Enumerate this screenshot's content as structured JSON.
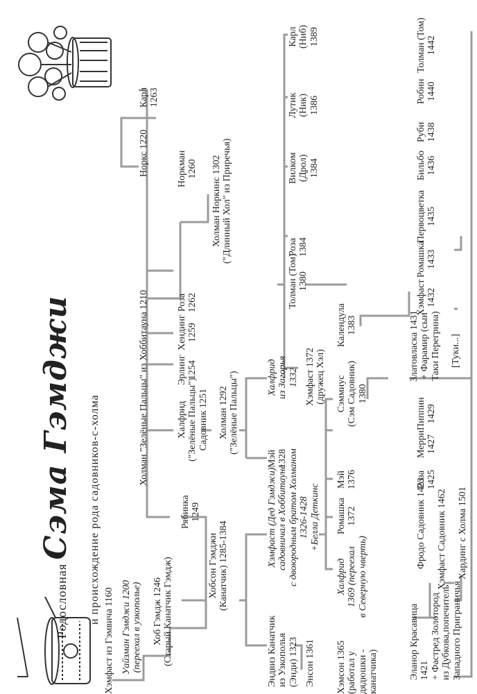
{
  "title": {
    "prefix": "Родословная",
    "name": "Сэма Гэмджи",
    "subtitle": "и происхождение рода садовников-с-холма"
  },
  "illustrations": [
    {
      "name": "watering-can",
      "label": "watering-can-drawing"
    },
    {
      "name": "flower-pot",
      "label": "flower-pot-drawing"
    }
  ],
  "colors": {
    "line": "#9b9b9b",
    "text": "#222222",
    "background": "#ffffff"
  },
  "people": {
    "hamfast_gamwich": [
      "Хэмфаст из Гэмвича 1160"
    ],
    "wiseman": [
      "Уайзман Гэмджи 1200",
      "(переехал в узкополье)"
    ],
    "hob": [
      "Хоб Гэмдж 1246",
      "(Старый Канатчик Гэмдж)"
    ],
    "hobson": [
      "Хобсон Гэмджи",
      "(Канатчик) 1285-1384"
    ],
    "andwise": [
      "Эндвиз Канатчик",
      "из Узкополья",
      "(Энди) 1323"
    ],
    "anson": [
      "Энсон 1361"
    ],
    "hamson": [
      "Хэмсон 1365",
      "(работал у",
      "дядюшки -",
      "канатчика)"
    ],
    "hamfast_gaffer": [
      "Хэмфаст (Дед Гэмджи)",
      "садовничал в Хоббитауне",
      "с двоюродным братом Холманом",
      "1326-1428",
      "+Белла Деткинс"
    ],
    "halfred_north": [
      "Халфрид",
      "1369 (переехал",
      "в Северную чверть)"
    ],
    "daisy": [
      "Ромашка",
      "1372"
    ],
    "may": [
      "Мэй",
      "1376"
    ],
    "samwise": [
      "Сэммиус",
      "(Сэм Садовник)",
      "1380"
    ],
    "rose_wife": [
      "Роза",
      "1384"
    ],
    "tolman_tom": [
      "Толман (Том)",
      "1380"
    ],
    "wilcome": [
      "Вилком",
      "(Дрол)",
      "1384"
    ],
    "lily": [
      "Лутик",
      "(Ник)",
      "1386"
    ],
    "carl": [
      "Карл",
      "(Ниб)",
      "1389"
    ],
    "elanor": [
      "Эланор Красавица",
      "1421",
      "+ Фастред Золотород",
      "из Дубкова,попечитель",
      "Западного Приграничья"
    ],
    "frodo": [
      "Фродо Садовник 1423"
    ],
    "rose2": [
      "Роза",
      "1425"
    ],
    "merry": [
      "Мерри",
      "1427"
    ],
    "pippin": [
      "Пиппин",
      "1429"
    ],
    "goldilocks": [
      "Златовласка 1431",
      "+ Фарамир (сын",
      "Таки Перегрина)"
    ],
    "hamfast2": [
      "Хэмфаст",
      "1432"
    ],
    "daisy2": [
      "Ромашка",
      "1433"
    ],
    "primrose": [
      "Первоцветка",
      "1435"
    ],
    "bilbo": [
      "Бильбо",
      "1436"
    ],
    "ruby": [
      "Руби",
      "1438"
    ],
    "robin": [
      "Робин",
      "1440"
    ],
    "tolman2": [
      "Толман (Том)",
      "1442"
    ],
    "hamfast3": [
      "Хэмфаст Садовник 1462"
    ],
    "harding": [
      "Хардинг с Холма 1501"
    ],
    "tooks": [
      "[Туки...]"
    ],
    "holman_greenhand": [
      "Холман \"Зелёные Пальцы\" из Хоббитауна 1210"
    ],
    "rowan": [
      "Рябинка",
      "1249"
    ],
    "halfred_green": [
      "Халфрид",
      "(\"Зелёные Пальцы\")",
      "Садовник 1251"
    ],
    "erling": [
      "Эрлинг",
      "1254"
    ],
    "hending": [
      "Хендинг",
      "1259"
    ],
    "holman_1292": [
      "Холман 1292",
      "(\"Зелёные Пальцы\")"
    ],
    "may_1328": [
      "Мэй",
      "1328"
    ],
    "halfred_overhill": [
      "Халфрид",
      "из Загорья",
      "1332"
    ],
    "hamfast_1372": [
      "Хэмфаст 1372",
      "(дружец Хэл)"
    ],
    "rose_1262": [
      "Роза",
      "1262"
    ],
    "cotman": [
      "Норкман",
      "1260"
    ],
    "cotton_1220": [
      "Норкс 1220"
    ],
    "carl_1263": [
      "Карл",
      "1263"
    ],
    "holman_cotton": [
      "Холман Норкинс 1302",
      "(\"Длинный Хол\" из Приречья)"
    ],
    "lily_cotton": [
      "Календула",
      "1383"
    ]
  }
}
